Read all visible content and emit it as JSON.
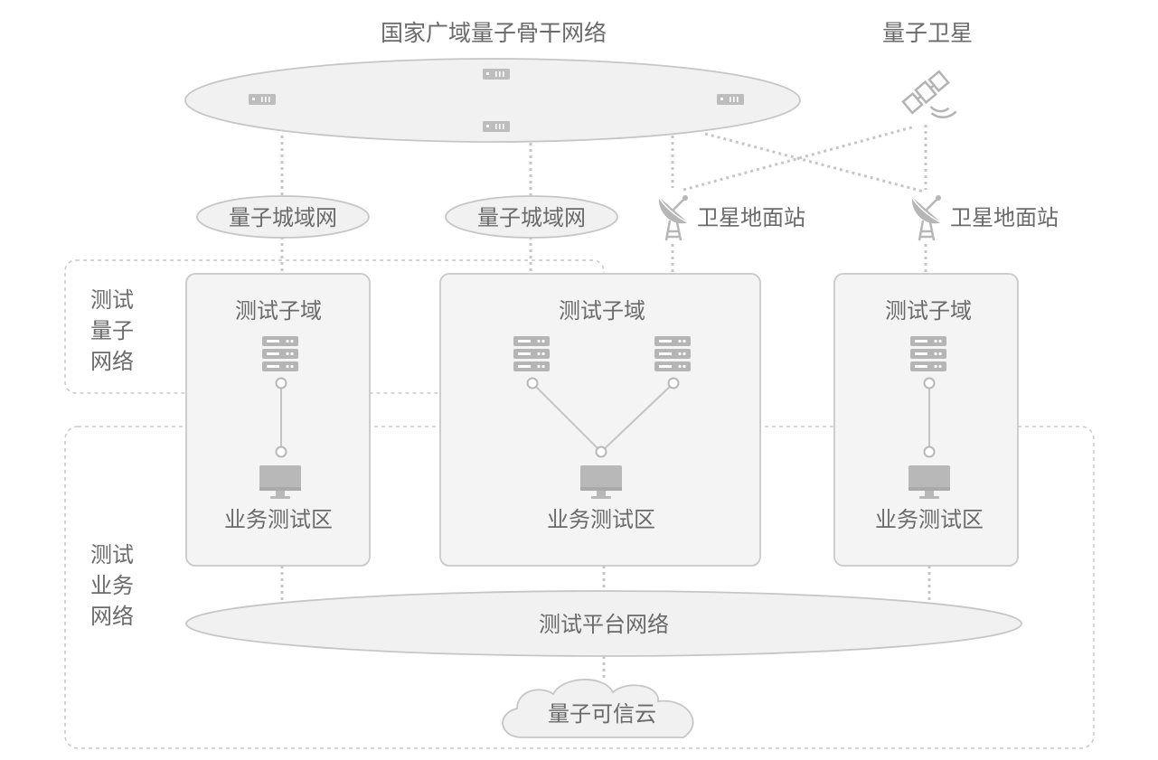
{
  "backbone": {
    "label": "国家广域量子骨干网络"
  },
  "satellite": {
    "label": "量子卫星"
  },
  "metro_networks": [
    {
      "label": "量子城域网"
    },
    {
      "label": "量子城域网"
    }
  ],
  "ground_stations": [
    {
      "label": "卫星地面站"
    },
    {
      "label": "卫星地面站"
    }
  ],
  "regions": {
    "quantum_test": {
      "label_lines": [
        "测试",
        "量子",
        "网络"
      ]
    },
    "business_test": {
      "label_lines": [
        "测试",
        "业务",
        "网络"
      ]
    }
  },
  "subdomains": [
    {
      "title": "测试子域",
      "zone": "业务测试区"
    },
    {
      "title": "测试子域",
      "zone": "业务测试区"
    },
    {
      "title": "测试子域",
      "zone": "业务测试区"
    }
  ],
  "platform_network": {
    "label": "测试平台网络"
  },
  "cloud": {
    "label": "量子可信云"
  },
  "colors": {
    "fill": "#f2f2f2",
    "stroke": "#c8c8c8",
    "text": "#6a6a6a",
    "icon": "#b3b3b3"
  },
  "icons": [
    "server-icon",
    "monitor-icon",
    "satellite-icon",
    "satellite-dish-icon",
    "router-icon",
    "cloud-icon"
  ]
}
